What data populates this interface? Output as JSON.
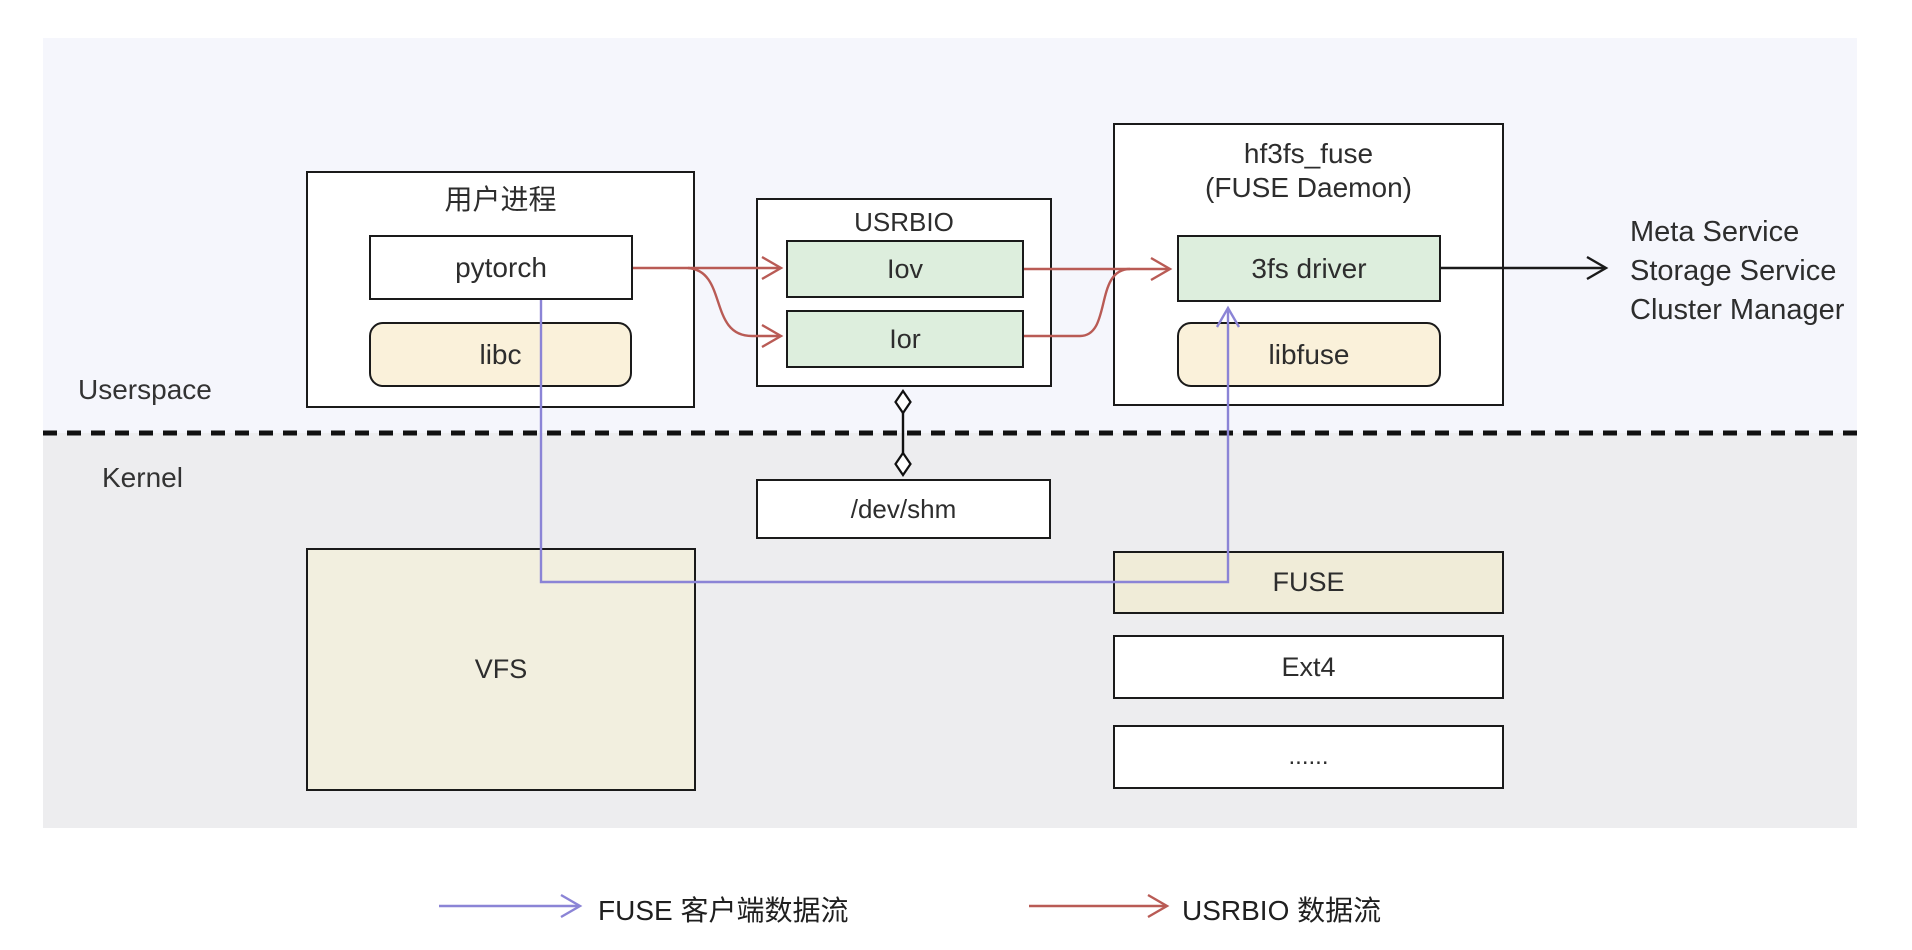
{
  "diagram": {
    "regions": {
      "userspace_label": "Userspace",
      "kernel_label": "Kernel"
    },
    "user_process": {
      "title": "用户进程",
      "pytorch_label": "pytorch",
      "libc_label": "libc"
    },
    "usrbio": {
      "title": "USRBIO",
      "iov_label": "Iov",
      "ior_label": "Ior"
    },
    "fuse_daemon": {
      "title_line1": "hf3fs_fuse",
      "title_line2": "(FUSE Daemon)",
      "driver_label": "3fs driver",
      "libfuse_label": "libfuse"
    },
    "services": {
      "lines": [
        "Meta Service",
        "Storage Service",
        "Cluster Manager"
      ]
    },
    "kernel": {
      "dev_shm_label": "/dev/shm",
      "vfs_label": "VFS",
      "fuse_label": "FUSE",
      "ext4_label": "Ext4",
      "more_label": "......"
    },
    "legend": {
      "fuse_flow_label": "FUSE 客户端数据流",
      "usrbio_flow_label": "USRBIO 数据流"
    },
    "colors": {
      "userspace_bg": "#f5f6fc",
      "kernel_bg": "#ededef",
      "green_fill": "#ddeedd",
      "cream_fill": "#faf1da",
      "tan_fill": "#f0ecd8",
      "vfs_fill": "#f2efdf",
      "red_flow": "#b95b55",
      "purple_flow": "#8b84d6",
      "line": "#1a1a1a"
    }
  }
}
